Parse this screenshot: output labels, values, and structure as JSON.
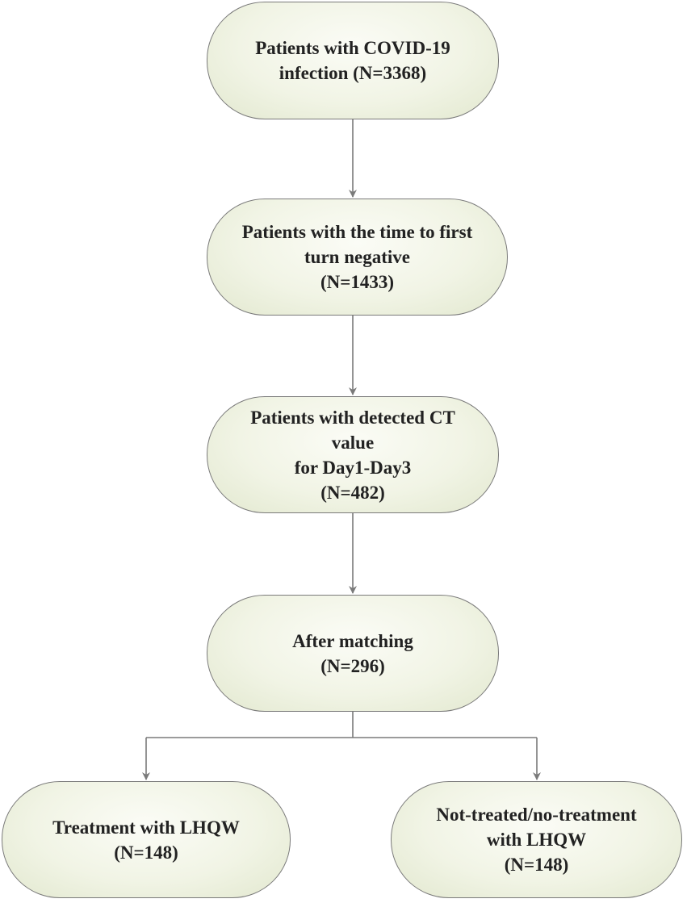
{
  "nodes": {
    "n1": {
      "lines": [
        "Patients with COVID-19",
        "infection (N=3368)"
      ]
    },
    "n2": {
      "lines": [
        "Patients with the time to first",
        "turn negative",
        "(N=1433)"
      ]
    },
    "n3": {
      "lines": [
        "Patients with detected CT",
        "value",
        "for Day1-Day3",
        "(N=482)"
      ]
    },
    "n4": {
      "lines": [
        "After matching",
        "(N=296)"
      ]
    },
    "n5": {
      "lines": [
        "Treatment with LHQW",
        "(N=148)"
      ]
    },
    "n6": {
      "lines": [
        "Not-treated/no-treatment",
        "with LHQW",
        "(N=148)"
      ]
    }
  },
  "edges": [
    {
      "from": "n1",
      "to": "n2"
    },
    {
      "from": "n2",
      "to": "n3"
    },
    {
      "from": "n3",
      "to": "n4"
    },
    {
      "from": "n4",
      "to": "n5"
    },
    {
      "from": "n4",
      "to": "n6"
    }
  ],
  "colors": {
    "line": "#7a7a7a",
    "node_fill": "#eef2e0",
    "node_border": "#7a7a7a",
    "text": "#222222"
  }
}
